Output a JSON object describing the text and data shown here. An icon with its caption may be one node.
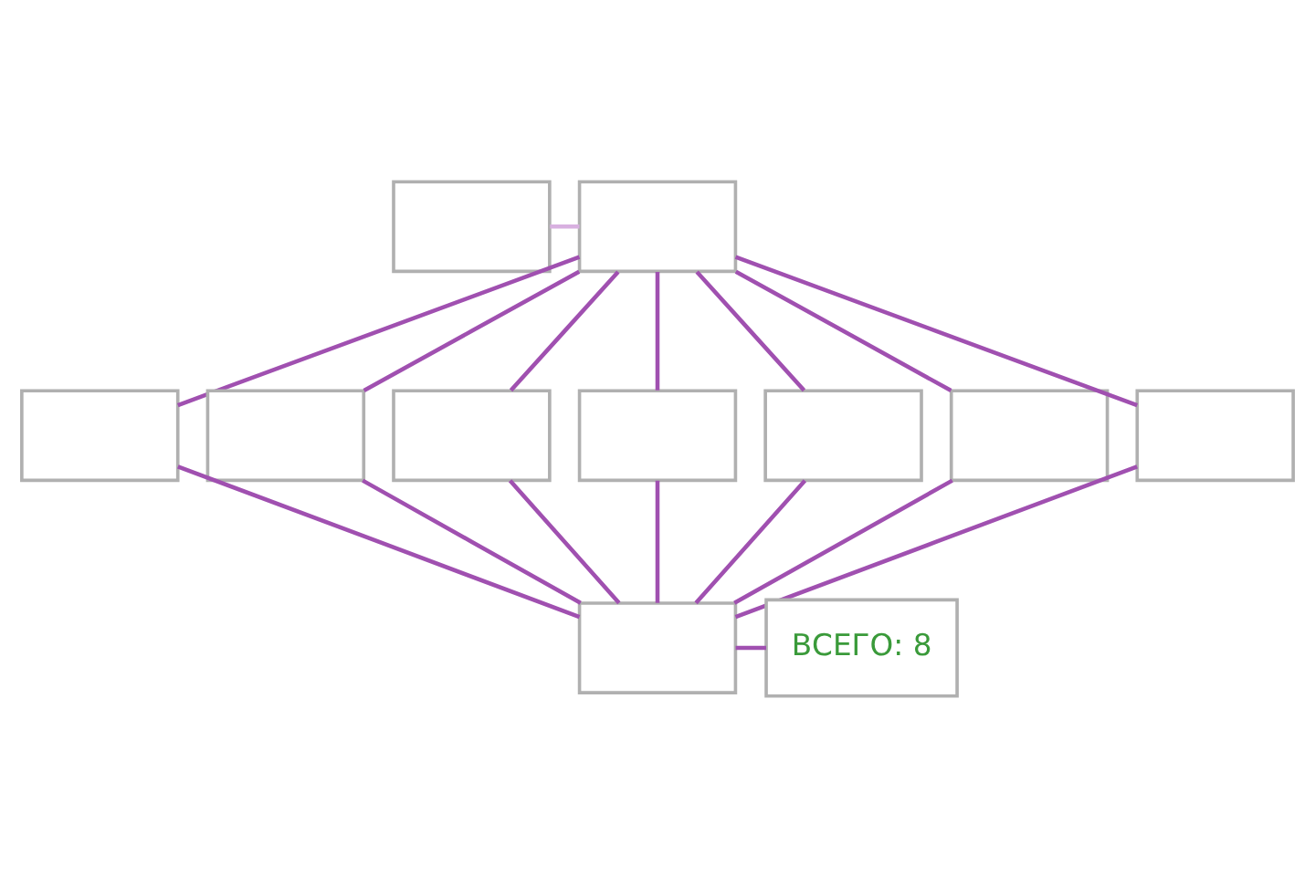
{
  "diagram": {
    "nodes": [
      {
        "text": [],
        "shape": "box"
      },
      {
        "text": [],
        "shape": "box"
      },
      {
        "text": [],
        "shape": "box"
      },
      {
        "text": [],
        "shape": "box"
      },
      {
        "text": [],
        "shape": "box"
      },
      {
        "text": [],
        "shape": "box"
      },
      {
        "text": [],
        "shape": "box"
      },
      {
        "text": [],
        "shape": "box"
      },
      {
        "text": [],
        "shape": "box"
      },
      {
        "text": [],
        "shape": "box"
      },
      {
        "text": [
          "ВСЕГО: 8"
        ]
      }
    ],
    "edges": [
      {
        "from": 0,
        "to": 1,
        "arrow": "none",
        "color": "#d8b0e0"
      },
      {
        "from": 1,
        "to": 2,
        "arrow": "none"
      },
      {
        "from": 1,
        "to": 3,
        "arrow": "none"
      },
      {
        "from": 1,
        "to": 4,
        "arrow": "none"
      },
      {
        "from": 1,
        "to": 5,
        "arrow": "none"
      },
      {
        "from": 1,
        "to": 6,
        "arrow": "none"
      },
      {
        "from": 1,
        "to": 7,
        "arrow": "none"
      },
      {
        "from": 1,
        "to": 8,
        "arrow": "none"
      },
      {
        "from": 2,
        "to": 9,
        "arrow": "none"
      },
      {
        "from": 3,
        "to": 9,
        "arrow": "none"
      },
      {
        "from": 4,
        "to": 9,
        "arrow": "none"
      },
      {
        "from": 5,
        "to": 9,
        "arrow": "none"
      },
      {
        "from": 6,
        "to": 9,
        "arrow": "none"
      },
      {
        "from": 7,
        "to": 9,
        "arrow": "none"
      },
      {
        "from": 8,
        "to": 9,
        "arrow": "none"
      },
      {
        "from": 9,
        "to": 10,
        "arrow": "none"
      }
    ]
  }
}
